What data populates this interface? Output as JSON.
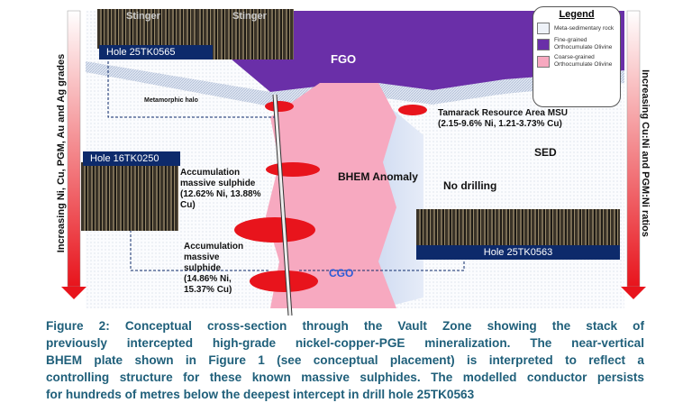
{
  "axes": {
    "left_label": "Increasing Ni, Cu, PGM, Au and Ag grades",
    "right_label": "Increasing Cu:Ni and PGM:Ni ratios"
  },
  "legend": {
    "title": "Legend",
    "items": [
      {
        "label": "Meta-sedimentary rock",
        "color": "#eef2f8"
      },
      {
        "label": "Fine-grained Orthocumulate Olivine",
        "color": "#6a2fa8"
      },
      {
        "label": "Coarse-grained Orthocumulate Olivine",
        "color": "#f7a9c0"
      }
    ]
  },
  "units": {
    "fgo": "FGO",
    "sed": "SED",
    "cgo": "CGO"
  },
  "holes": [
    "Hole 25TK0565",
    "Hole 16TK0250",
    "Hole 25TK0563"
  ],
  "core_labels": [
    "Stinger",
    "Stinger"
  ],
  "annotations": {
    "metamorphic_halo": "Metamorphic halo",
    "tamarack": "Tamarack Resource Area MSU (2.15-9.6% Ni, 1.21-3.73% Cu)",
    "accum1": "Accumulation massive sulphide (12.62% Ni, 13.88% Cu)",
    "bhem": "BHEM Anomaly",
    "no_drilling": "No drilling",
    "accum2": "Accumulation massive sulphide (14.86% Ni, 15.37% Cu)"
  },
  "caption": [
    "Figure 2: Conceptual cross-section through the Vault Zone showing the stack of",
    "previously intercepted high-grade nickel-copper-PGE mineralization. The near-vertical",
    "BHEM plate shown in Figure 1 (see conceptual placement) is interpreted to reflect a",
    "controlling structure for these known massive sulphides. The modelled conductor persists",
    "for hundreds of metres below the deepest intercept in drill hole 25TK0563"
  ]
}
